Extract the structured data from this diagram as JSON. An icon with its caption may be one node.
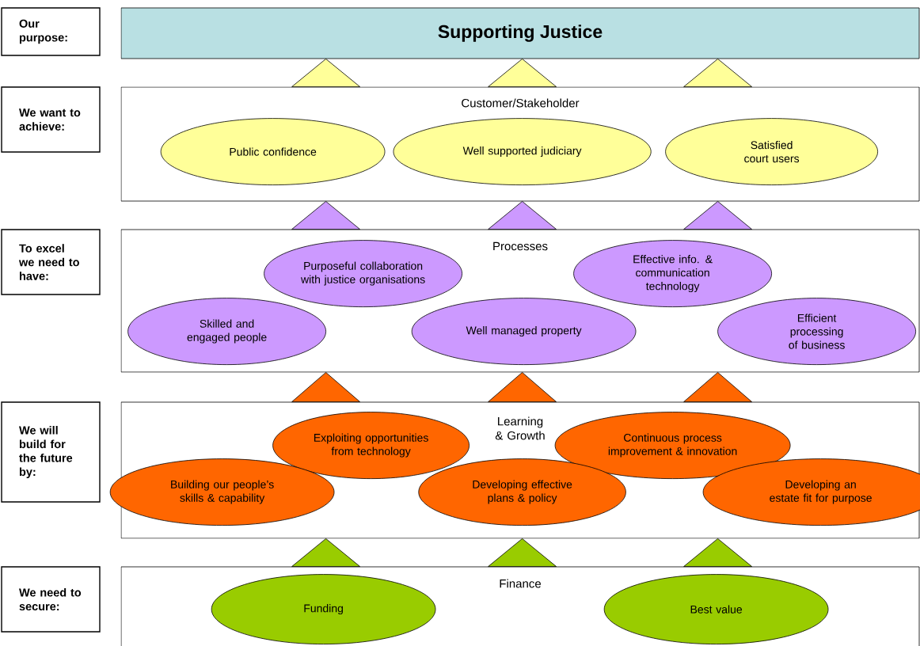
{
  "diagram": {
    "nodes": [
      {
        "text": [
          "Our purpose:"
        ]
      },
      {
        "text": [
          "Supporting Justice"
        ]
      },
      {
        "text": [
          "We want to achieve:"
        ]
      },
      {
        "text": [
          "Customer/Stakeholder"
        ]
      },
      {
        "text": [
          "Public confidence"
        ],
        "in": 3
      },
      {
        "text": [
          "Well supported judiciary"
        ],
        "in": 3
      },
      {
        "text": [
          "Satisfied court users"
        ],
        "in": 3
      },
      {
        "text": [
          "To excel we need to have:"
        ]
      },
      {
        "text": [
          "Processes"
        ]
      },
      {
        "text": [
          "Purposeful collaboration with justice organisations"
        ],
        "in": 8
      },
      {
        "text": [
          "Effective info. & communication technology"
        ],
        "in": 8
      },
      {
        "text": [
          "Skilled and engaged people"
        ],
        "in": 8
      },
      {
        "text": [
          "Well managed property"
        ],
        "in": 8
      },
      {
        "text": [
          "Efficient processing of business"
        ],
        "in": 8
      },
      {
        "text": [
          "We will build for the future by:"
        ]
      },
      {
        "text": [
          "Learning & Growth"
        ]
      },
      {
        "text": [
          "Exploiting opportunities from technology"
        ],
        "in": 15
      },
      {
        "text": [
          "Continuous process improvement & innovation"
        ],
        "in": 15
      },
      {
        "text": [
          "Building our people’s skills & capability"
        ],
        "in": 15
      },
      {
        "text": [
          "Developing effective plans & policy"
        ],
        "in": 15
      },
      {
        "text": [
          "Developing an estate fit for purpose"
        ],
        "in": 15
      },
      {
        "text": [
          "We need to secure:"
        ]
      },
      {
        "text": [
          "Finance"
        ]
      },
      {
        "text": [
          "Funding"
        ],
        "in": 22
      },
      {
        "text": [
          "Best value"
        ],
        "in": 22
      }
    ],
    "edges": [
      {
        "from": 3,
        "to": 1,
        "arrow": "to",
        "color": "#ffff99"
      },
      {
        "from": 3,
        "to": 1,
        "arrow": "to",
        "color": "#ffff99"
      },
      {
        "from": 3,
        "to": 1,
        "arrow": "to",
        "color": "#ffff99"
      },
      {
        "from": 8,
        "to": 3,
        "arrow": "to",
        "color": "#cc99ff"
      },
      {
        "from": 8,
        "to": 3,
        "arrow": "to",
        "color": "#cc99ff"
      },
      {
        "from": 8,
        "to": 3,
        "arrow": "to",
        "color": "#cc99ff"
      },
      {
        "from": 15,
        "to": 8,
        "arrow": "to",
        "color": "#ff6600"
      },
      {
        "from": 15,
        "to": 8,
        "arrow": "to",
        "color": "#ff6600"
      },
      {
        "from": 15,
        "to": 8,
        "arrow": "to",
        "color": "#ff6600"
      },
      {
        "from": 22,
        "to": 15,
        "arrow": "to",
        "color": "#99cc00"
      },
      {
        "from": 22,
        "to": 15,
        "arrow": "to",
        "color": "#99cc00"
      },
      {
        "from": 22,
        "to": 15,
        "arrow": "to",
        "color": "#99cc00"
      }
    ]
  }
}
